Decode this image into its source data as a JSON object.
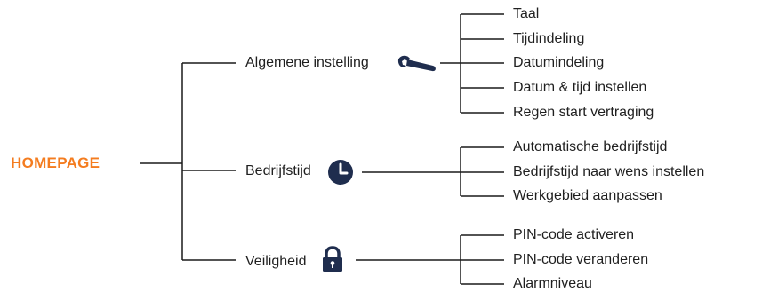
{
  "root": {
    "label": "HOMEPAGE",
    "color": "#f47c1f"
  },
  "icon_color": "#1f2d4e",
  "branches": [
    {
      "label": "Algemene instelling",
      "icon": "wrench-icon",
      "items": [
        "Taal",
        "Tijdindeling",
        "Datumindeling",
        "Datum & tijd instellen",
        "Regen start vertraging"
      ]
    },
    {
      "label": "Bedrijfstijd",
      "icon": "clock-icon",
      "items": [
        "Automatische bedrijfstijd",
        "Bedrijfstijd naar wens instellen",
        "Werkgebied aanpassen"
      ]
    },
    {
      "label": "Veiligheid",
      "icon": "lock-icon",
      "items": [
        "PIN-code activeren",
        "PIN-code veranderen",
        "Alarmniveau"
      ]
    }
  ]
}
